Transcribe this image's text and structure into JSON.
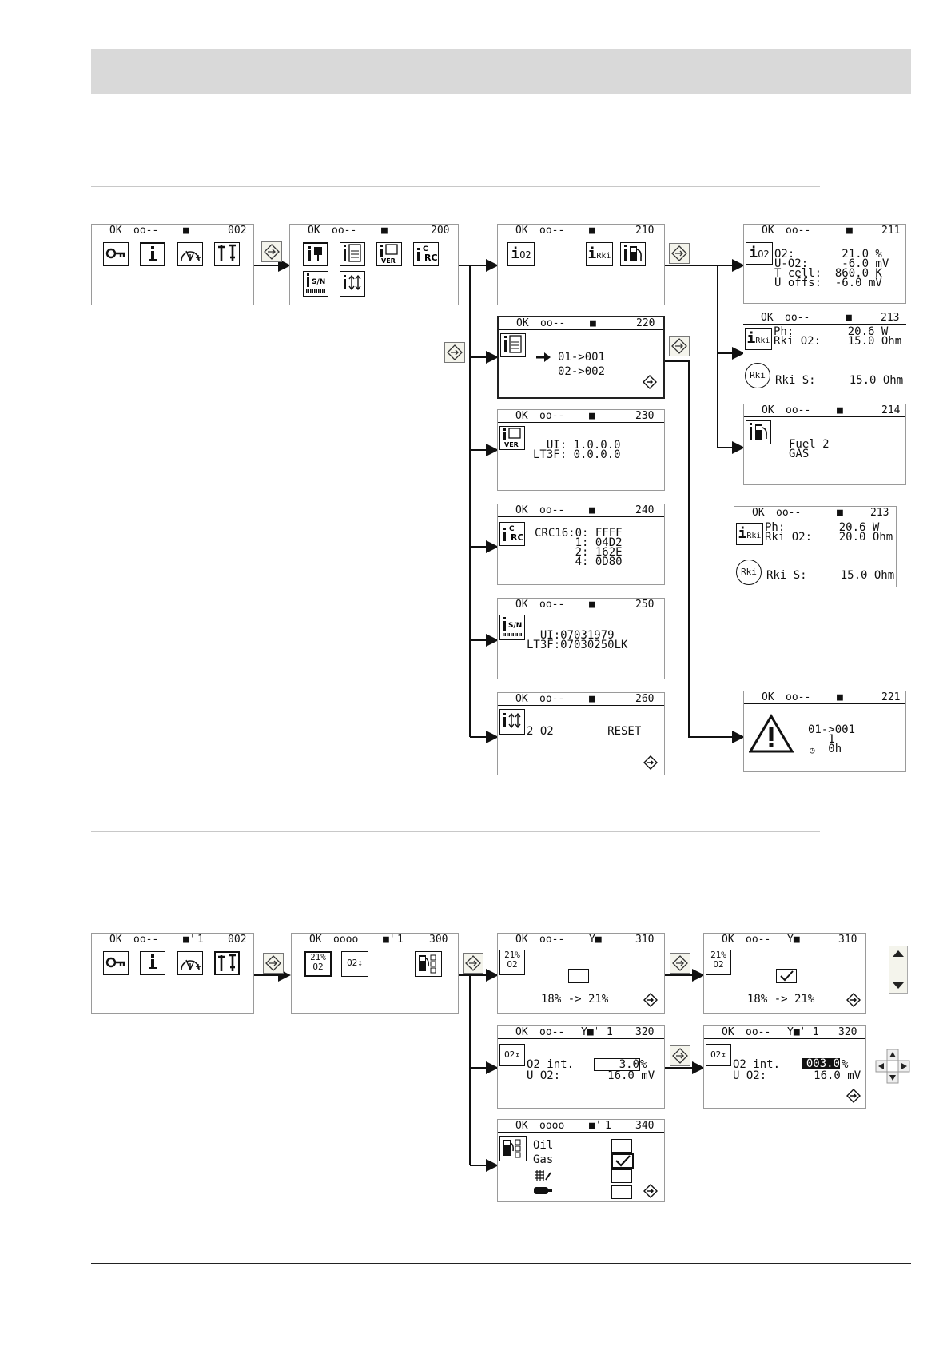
{
  "screens": {
    "s002a": {
      "ok": "OK",
      "sig": "oo--",
      "lock": "",
      "num": "002"
    },
    "s200": {
      "ok": "OK",
      "sig": "oo--",
      "num": "200"
    },
    "s210": {
      "ok": "OK",
      "sig": "oo--",
      "num": "210",
      "icons": [
        "O2",
        "Rki"
      ]
    },
    "s211": {
      "ok": "OK",
      "sig": "oo--",
      "num": "211",
      "icon": "O2",
      "lines": [
        "O2:       21.0 %",
        "U-O2:     -6.0 mV",
        "T cell:  860.0 K",
        "U offs:  -6.0 mV"
      ]
    },
    "s213a": {
      "ok": "OK",
      "sig": "oo--",
      "num": "213",
      "icon": "Rki",
      "lines": [
        "Ph:        20.6 W",
        "Rki O2:    15.0 Ohm"
      ],
      "rki_s": "Rki S:     15.0 Ohm",
      "circ": "Rki"
    },
    "s214": {
      "ok": "OK",
      "sig": "oo--",
      "num": "214",
      "lines": [
        "Fuel 2",
        "GAS"
      ]
    },
    "s213b": {
      "ok": "OK",
      "sig": "oo--",
      "num": "213",
      "icon": "Rki",
      "lines": [
        "Ph:        20.6 W",
        "Rki O2:    20.0 Ohm"
      ],
      "rki_s": "Rki S:     15.0 Ohm",
      "circ": "Rki"
    },
    "s220": {
      "ok": "OK",
      "sig": "oo--",
      "num": "220",
      "lines": [
        "01->001",
        "02->002"
      ]
    },
    "s230": {
      "ok": "OK",
      "sig": "oo--",
      "num": "230",
      "icon": "VER",
      "lines": [
        "  UI: 1.0.0.0",
        "LT3F: 0.0.0.0"
      ]
    },
    "s240": {
      "ok": "OK",
      "sig": "oo--",
      "num": "240",
      "lines": [
        "CRC16:0: FFFF",
        "      1: 04D2",
        "      2: 162E",
        "      4: 0D80"
      ]
    },
    "s250": {
      "ok": "OK",
      "sig": "oo--",
      "num": "250",
      "icon": "S/N",
      "lines": [
        "  UI:07031979",
        "LT3F:07030250LK"
      ]
    },
    "s260": {
      "ok": "OK",
      "sig": "oo--",
      "num": "260",
      "lines": [
        "2 O2        RESET"
      ]
    },
    "s221": {
      "ok": "OK",
      "sig": "oo--",
      "num": "221",
      "lines": [
        "01->001",
        "   1",
        "   0h"
      ]
    },
    "s002b": {
      "ok": "OK",
      "sig": "oo--",
      "lockn": "1",
      "num": "002"
    },
    "s300": {
      "ok": "OK",
      "sig": "oooo",
      "lockn": "1",
      "num": "300",
      "icons": [
        "21%",
        "O2",
        "O2↕"
      ]
    },
    "s310a": {
      "ok": "OK",
      "sig": "oo--",
      "num": "310",
      "icon": [
        "21%",
        "O2"
      ],
      "range": "18% -> 21%"
    },
    "s310b": {
      "ok": "OK",
      "sig": "oo--",
      "num": "310",
      "icon": [
        "21%",
        "O2"
      ],
      "range": "18% -> 21%"
    },
    "s320a": {
      "ok": "OK",
      "sig": "oo--",
      "lockn": "1",
      "num": "320",
      "icon": "O2↕",
      "l1": "O2 int.",
      "val": "3.0",
      "unit": "%",
      "l2": "U O2:       16.0 mV"
    },
    "s320b": {
      "ok": "OK",
      "sig": "oo--",
      "lockn": "1",
      "num": "320",
      "icon": "O2↕",
      "l1": "O2 int.",
      "val": "003.0",
      "unit": "%",
      "l2": "U O2:       16.0 mV"
    },
    "s340": {
      "ok": "OK",
      "sig": "oooo",
      "lockn": "1",
      "num": "340",
      "opts": [
        "Oil",
        "Gas"
      ]
    }
  },
  "colors": {
    "ink": "#111111",
    "band": "#d9d9d9",
    "btn": "#f4f4ec"
  }
}
